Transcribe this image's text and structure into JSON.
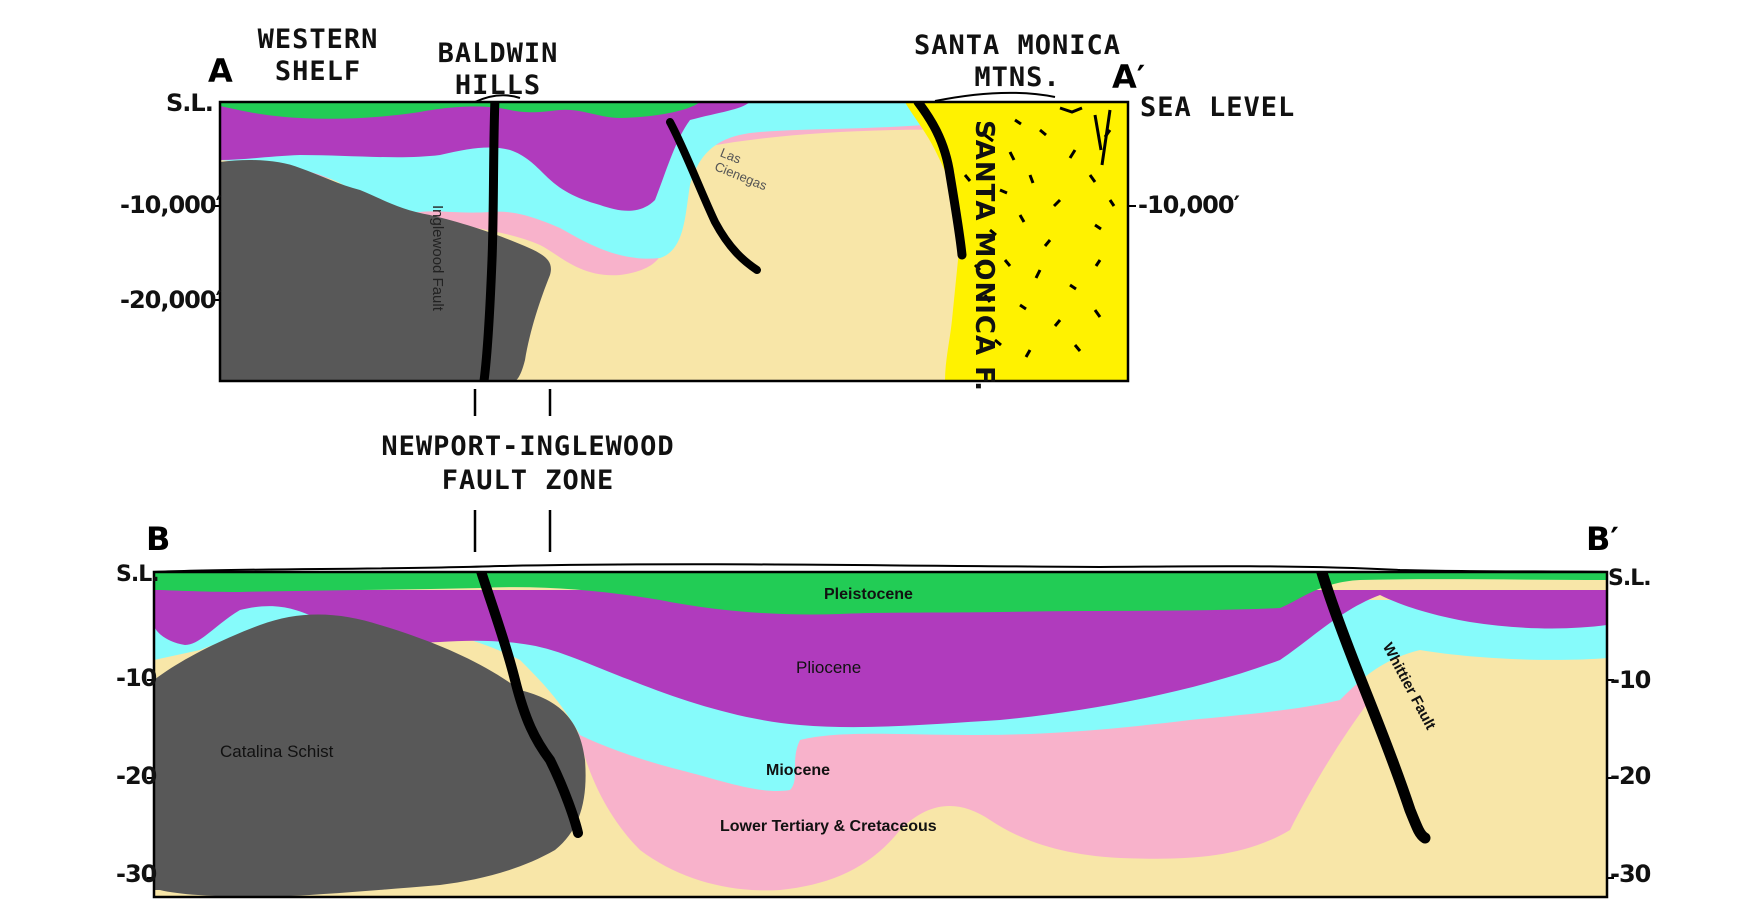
{
  "section_a": {
    "left_label": "A",
    "right_label": "A′",
    "features": [
      {
        "key": "western_shelf",
        "lines": [
          "WESTERN",
          "SHELF"
        ]
      },
      {
        "key": "baldwin_hills",
        "lines": [
          "BALDWIN",
          "HILLS"
        ]
      },
      {
        "key": "santa_monica_mtns",
        "lines": [
          "SANTA MONICA",
          "MTNS."
        ]
      }
    ],
    "left_axis": [
      "S.L.",
      "-10,000′",
      "-20,000′"
    ],
    "right_axis": [
      "SEA LEVEL",
      "-10,000′"
    ],
    "fault_labels": {
      "inglewood": "Inglewood Fault",
      "las_cienegas": "Las Cienegas",
      "santa_monica": "SANTA MONICA F."
    }
  },
  "fault_zone": {
    "lines": [
      "NEWPORT-INGLEWOOD",
      "FAULT ZONE"
    ]
  },
  "section_b": {
    "left_label": "B",
    "right_label": "B′",
    "left_axis": [
      "S.L.",
      "-10",
      "-20",
      "-30"
    ],
    "right_axis": [
      "S.L.",
      "-10",
      "-20",
      "-30"
    ],
    "units": {
      "pleistocene": "Pleistocene",
      "pliocene": "Pliocene",
      "miocene": "Miocene",
      "lower_tertiary": "Lower Tertiary & Cretaceous",
      "catalina_schist": "Catalina Schist",
      "whittier_fault": "Whittier Fault"
    }
  },
  "colors": {
    "pleistocene": "#22cc55",
    "pliocene": "#b03bbd",
    "miocene": "#86fbfb",
    "lower_tertiary": "#f8b2cb",
    "basement_sediment": "#f8e6a8",
    "catalina_schist": "#585858",
    "santa_monica_basement": "#fff200",
    "fault": "#000000"
  }
}
